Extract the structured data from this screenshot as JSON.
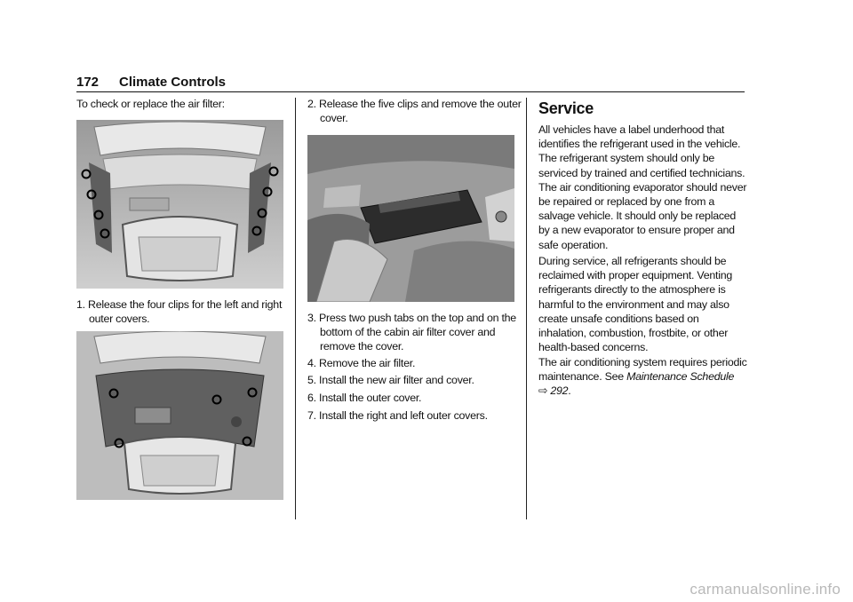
{
  "header": {
    "page_number": "172",
    "section_title": "Climate Controls"
  },
  "left": {
    "intro": "To check or replace the air filter:",
    "step1": "1. Release the four clips for the left and right outer covers."
  },
  "middle": {
    "step2": "2. Release the five clips and remove the outer cover.",
    "step3": "3. Press two push tabs on the top and on the bottom of the cabin air filter cover and remove the cover.",
    "step4": "4. Remove the air filter.",
    "step5": "5. Install the new air filter and cover.",
    "step6": "6. Install the outer cover.",
    "step7": "7. Install the right and left outer covers."
  },
  "right": {
    "heading": "Service",
    "para1": "All vehicles have a label underhood that identifies the refrigerant used in the vehicle. The refrigerant system should only be serviced by trained and certified technicians. The air conditioning evaporator should never be repaired or replaced by one from a salvage vehicle. It should only be replaced by a new evaporator to ensure proper and safe operation.",
    "para2": "During service, all refrigerants should be reclaimed with proper equipment. Venting refrigerants directly to the atmosphere is harmful to the environment and may also create unsafe conditions based on inhalation, combustion, frostbite, or other health-based concerns.",
    "para3_text": "The air conditioning system requires periodic maintenance. See ",
    "para3_link": "Maintenance Schedule",
    "para3_arrow": "⇨",
    "para3_page": "292",
    "para3_end": "."
  },
  "footer": {
    "watermark": "carmanualsonline.info"
  }
}
